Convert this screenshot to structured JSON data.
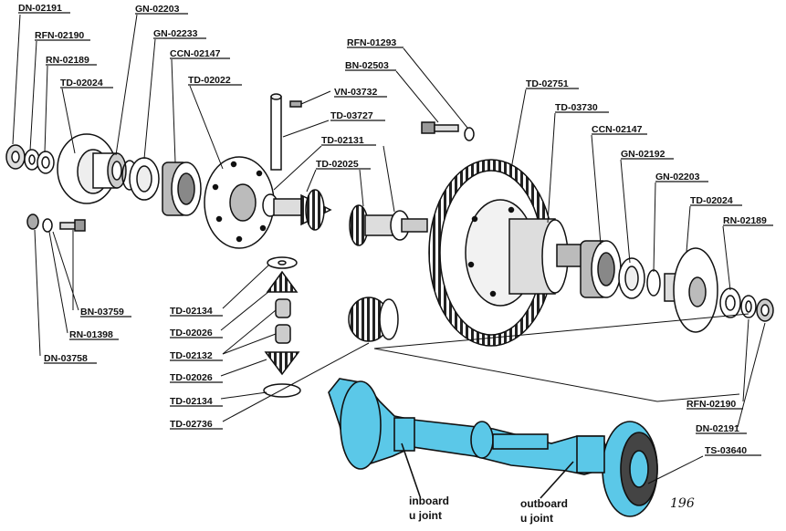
{
  "part_labels": [
    "DN-02191",
    "RFN-02190",
    "RN-02189",
    "TD-02024",
    "GN-02203",
    "GN-02233",
    "CCN-02147",
    "TD-02022",
    "RFN-01293",
    "BN-02503",
    "VN-03732",
    "TD-03727",
    "TD-02131",
    "TD-02025",
    "TD-02751",
    "TD-03730",
    "CCN-02147",
    "GN-02192",
    "GN-02203",
    "TD-02024",
    "RN-02189",
    "BN-03759",
    "RN-01398",
    "DN-03758",
    "TD-02134",
    "TD-02026",
    "TD-02132",
    "TD-02026",
    "TD-02134",
    "TD-02736",
    "RFN-02190",
    "DN-02191",
    "TS-03640"
  ],
  "annotations": {
    "inboard": [
      "inboard",
      "u joint"
    ],
    "outboard": [
      "outboard",
      "u joint"
    ],
    "page_number": "196"
  },
  "colors": {
    "ink": "#111111",
    "highlight": "#5bc8e8",
    "paper": "#ffffff"
  }
}
